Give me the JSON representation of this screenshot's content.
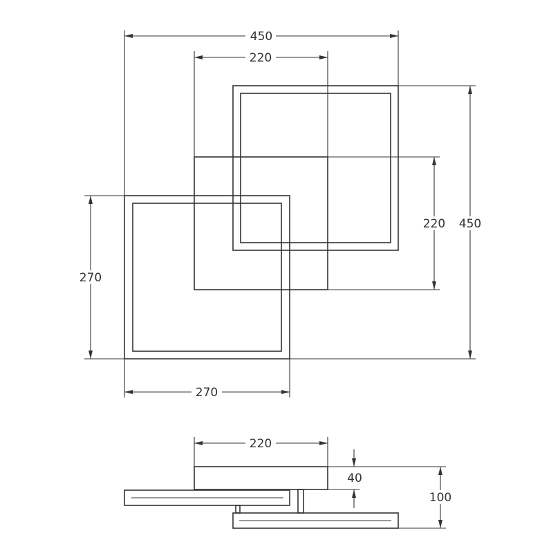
{
  "dimensions": {
    "top_outer_width": "450",
    "top_inner_width": "220",
    "right_inner_height": "220",
    "right_outer_height": "450",
    "left_height": "270",
    "bottom_width": "270",
    "side_top_width": "220",
    "side_thickness": "40",
    "side_total_height": "100"
  }
}
